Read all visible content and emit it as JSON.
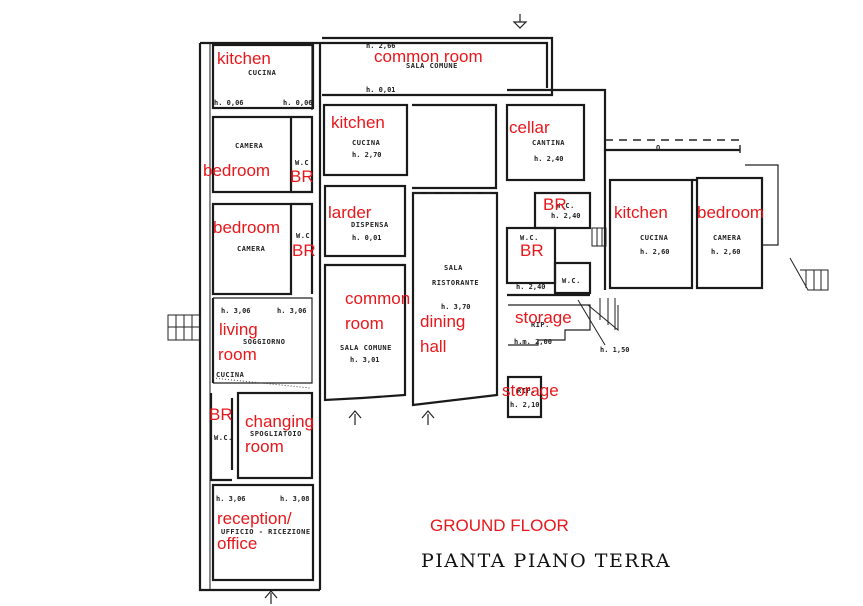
{
  "title": {
    "english": "GROUND FLOOR",
    "italian": "PIANTA PIANO TERRA"
  },
  "colors": {
    "english_label": "#e8171b",
    "plan_ink": "#1a1a1a",
    "background": "#ffffff"
  },
  "rooms": [
    {
      "id": "kitchen-nw",
      "en": "kitchen",
      "it": "CUCINA",
      "heights": [
        "h. 0,06",
        "h. 0,06"
      ]
    },
    {
      "id": "common-room-n",
      "en": "common room",
      "it": "SALA COMUNE",
      "heights": [
        "h. 2,66",
        "h. 0,01"
      ]
    },
    {
      "id": "kitchen-center",
      "en": "kitchen",
      "it": "CUCINA",
      "heights": [
        "h. 2,70"
      ]
    },
    {
      "id": "cellar",
      "en": "cellar",
      "it": "CANTINA",
      "heights": [
        "h. 2,40"
      ]
    },
    {
      "id": "bedroom-nw",
      "en": "bedroom",
      "it": "CAMERA",
      "heights": []
    },
    {
      "id": "br-nw",
      "en": "BR",
      "it": "W.C.",
      "heights": []
    },
    {
      "id": "larder",
      "en": "larder",
      "it": "DISPENSA",
      "heights": [
        "h. 0,01"
      ]
    },
    {
      "id": "br-east-upper",
      "en": "BR",
      "it": "W.C.",
      "heights": [
        "h. 2,40"
      ]
    },
    {
      "id": "kitchen-east",
      "en": "kitchen",
      "it": "CUCINA",
      "heights": [
        "h. 2,60"
      ]
    },
    {
      "id": "bedroom-east",
      "en": "bedroom",
      "it": "CAMERA",
      "heights": [
        "h. 2,60"
      ]
    },
    {
      "id": "bedroom-west",
      "en": "bedroom",
      "it": "CAMERA",
      "heights": []
    },
    {
      "id": "br-west",
      "en": "BR",
      "it": "W.C.",
      "heights": []
    },
    {
      "id": "br-east-lower",
      "en": "BR",
      "it": "W.C.",
      "heights": [
        "h. 2,40"
      ]
    },
    {
      "id": "wc-east",
      "en": "",
      "it": "W.C.",
      "heights": []
    },
    {
      "id": "dining-hall",
      "en": "dining hall",
      "it": "SALA RISTORANTE",
      "heights": [
        "h. 3,70"
      ]
    },
    {
      "id": "common-room-center",
      "en": "common room",
      "it": "SALA COMUNE",
      "heights": [
        "h. 3,01"
      ]
    },
    {
      "id": "living-room",
      "en": "living room",
      "it": "SOGGIORNO",
      "heights": [
        "h. 3,06",
        "h. 3,06"
      ]
    },
    {
      "id": "kitchenette",
      "en": "",
      "it": "CUCINA",
      "heights": []
    },
    {
      "id": "storage-east",
      "en": "storage",
      "it": "RIP.",
      "heights": [
        "h.m. 2,00",
        "h. 1,50"
      ]
    },
    {
      "id": "storage-south",
      "en": "storage",
      "it": "RIP.",
      "heights": [
        "h. 2,10"
      ]
    },
    {
      "id": "br-south",
      "en": "BR",
      "it": "W.C.",
      "heights": []
    },
    {
      "id": "changing-room",
      "en": "changing room",
      "it": "SPOGLIATOIO",
      "heights": []
    },
    {
      "id": "reception-office",
      "en": "reception/ office",
      "it": "UFFICIO - RICEZIONE",
      "heights": [
        "h. 3,06",
        "h. 3,08"
      ]
    }
  ],
  "english_labels": {
    "kitchen_nw": "kitchen",
    "common_room_n": "common room",
    "kitchen_center": "kitchen",
    "cellar": "cellar",
    "bedroom_nw": "bedroom",
    "br_nw": "BR",
    "larder": "larder",
    "br_east_upper": "BR",
    "kitchen_east": "kitchen",
    "bedroom_east": "bedroom",
    "bedroom_west": "bedroom",
    "br_west": "BR",
    "br_east_lower": "BR",
    "common_room_center_1": "common",
    "common_room_center_2": "room",
    "living_room_1": "living",
    "living_room_2": "room",
    "dining_hall_1": "dining",
    "dining_hall_2": "hall",
    "storage_east": "storage",
    "storage_south": "storage",
    "br_south": "BR",
    "changing_room_1": "changing",
    "changing_room_2": "room",
    "reception_1": "reception/",
    "reception_2": "office"
  },
  "italian_labels": {
    "cucina_nw": "CUCINA",
    "sala_comune_n": "SALA COMUNE",
    "cucina_center": "CUCINA",
    "cantina": "CANTINA",
    "camera_nw": "CAMERA",
    "wc_nw": "W.C",
    "dispensa": "DISPENSA",
    "wc_east_upper": "W.C.",
    "cucina_east": "CUCINA",
    "camera_east": "CAMERA",
    "camera_west": "CAMERA",
    "wc_west": "W.C.",
    "wc_east_lower": "W.C.",
    "wc_east": "W.C.",
    "sala_1": "SALA",
    "sala_2": "RISTORANTE",
    "sala_comune_center": "SALA COMUNE",
    "soggiorno": "SOGGIORNO",
    "cucina_small": "CUCINA",
    "rip_east": "RIP.",
    "rip_south": "RIP.",
    "wc_south": "W.C.",
    "spogliatoio": "SPOGLIATOIO",
    "ufficio": "UFFICIO - RICEZIONE"
  },
  "height_labels": {
    "cucina_nw_a": "h. 0,06",
    "cucina_nw_b": "h. 0,06",
    "sala_comune_n_a": "h. 2,66",
    "sala_comune_n_b": "h. 0,01",
    "cucina_center": "h. 2,70",
    "cantina": "h. 2,40",
    "dispensa": "h. 0,01",
    "wc_east_upper": "h. 2,40",
    "cucina_east": "h. 2,60",
    "camera_east": "h. 2,60",
    "corridor_east": "h. 2,40",
    "sala_ristorante": "h. 3,70",
    "sala_comune_center": "h. 3,01",
    "soggiorno_a": "h. 3,06",
    "soggiorno_b": "h. 3,06",
    "rip_east": "h.m. 2,00",
    "rip_stair": "h. 1,50",
    "rip_south": "h. 2,10",
    "ufficio_a": "h. 3,06",
    "ufficio_b": "h. 3,08"
  },
  "entrance_markers": [
    "entrance-north",
    "entrance-west",
    "entrance-south-1",
    "entrance-south-2",
    "entrance-south-3"
  ],
  "other_marks": {
    "dashed_area_mark": "O"
  }
}
